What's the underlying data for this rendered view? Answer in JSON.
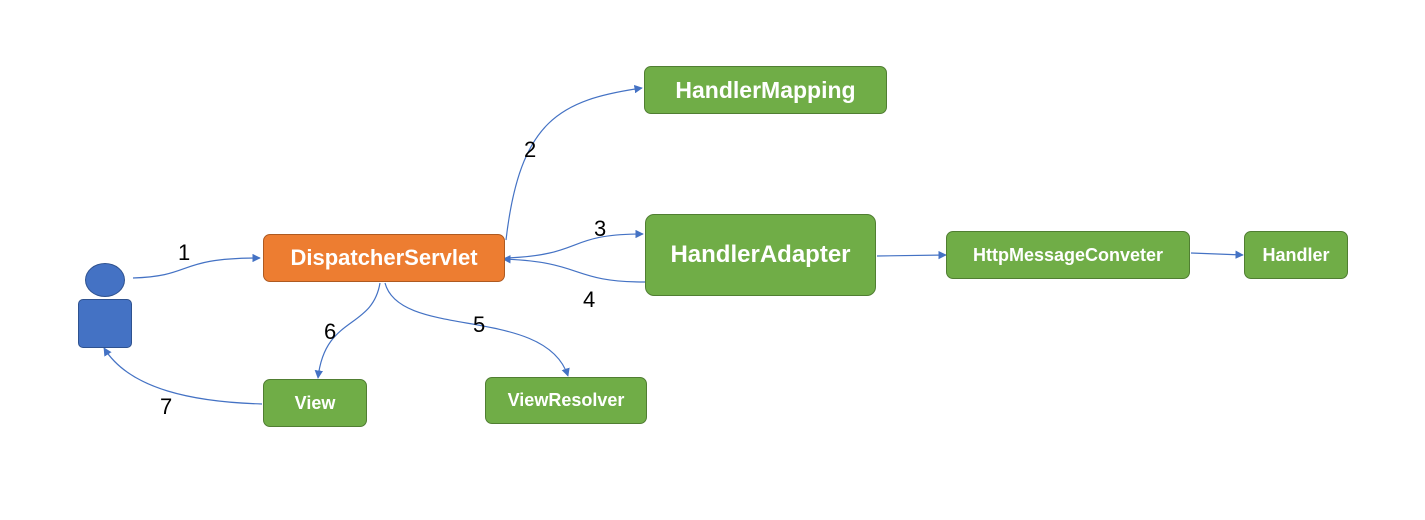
{
  "colors": {
    "green": "#70ad47",
    "orange": "#ed7d31",
    "blue": "#4472c4",
    "actor_border": "#2f528f",
    "connector": "#4472c4"
  },
  "actor": {
    "icon": "person-icon"
  },
  "nodes": {
    "dispatcher_servlet": "DispatcherServlet",
    "handler_mapping": "HandlerMapping",
    "handler_adapter": "HandlerAdapter",
    "http_message_converter": "HttpMessageConveter",
    "handler": "Handler",
    "view": "View",
    "view_resolver": "ViewResolver"
  },
  "steps": {
    "s1": "1",
    "s2": "2",
    "s3": "3",
    "s4": "4",
    "s5": "5",
    "s6": "6",
    "s7": "7"
  }
}
